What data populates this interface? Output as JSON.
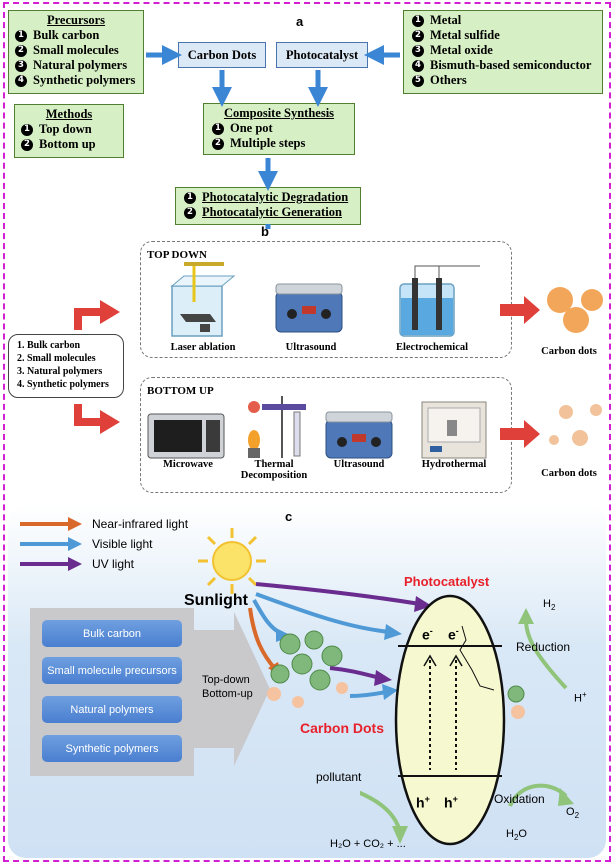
{
  "panel_a": {
    "label": "a",
    "precursors": {
      "title": "Precursors",
      "items": [
        "Bulk carbon",
        "Small molecules",
        "Natural polymers",
        "Synthetic polymers"
      ],
      "markers": [
        "1",
        "2",
        "3",
        "4"
      ]
    },
    "methods": {
      "title": "Methods",
      "items": [
        "Top down",
        "Bottom up"
      ]
    },
    "carbon_dots": "Carbon Dots",
    "photocatalyst": "Photocatalyst",
    "photocatalyst_types": [
      "Metal",
      "Metal sulfide",
      "Metal oxide",
      "Bismuth-based semiconductor",
      "Others"
    ],
    "composite": {
      "title": "Composite Synthesis",
      "items": [
        "One pot",
        "Multiple steps"
      ]
    },
    "applications": [
      "Photocatalytic Degradation",
      "Photocatalytic Generation"
    ],
    "markers": [
      "1",
      "2",
      "3",
      "4",
      "5"
    ]
  },
  "panel_b": {
    "label": "b",
    "precursor_list": [
      "1. Bulk carbon",
      "2. Small molecules",
      "3. Natural polymers",
      "4. Synthetic polymers"
    ],
    "top_down": {
      "title": "TOP DOWN",
      "methods": [
        "Laser ablation",
        "Ultrasound",
        "Electrochemical"
      ]
    },
    "bottom_up": {
      "title": "BOTTOM UP",
      "methods": [
        "Microwave",
        "Thermal Decomposition",
        "Ultrasound",
        "Hydrothermal"
      ]
    },
    "product": "Carbon dots"
  },
  "panel_c": {
    "label": "c",
    "legend": [
      "Near-infrared light",
      "Visible light",
      "UV light"
    ],
    "sunlight": "Sunlight",
    "photocatalyst": "Photocatalyst",
    "carbon_dots": "Carbon Dots",
    "precursors": [
      "Bulk carbon",
      "Small molecule precursors",
      "Natural polymers",
      "Synthetic polymers"
    ],
    "route": [
      "Top-down",
      "Bottom-up"
    ],
    "electron": "e",
    "hole": "h",
    "reduction": "Reduction",
    "oxidation": "Oxidation",
    "h2": "H",
    "h_plus": "H",
    "o2": "O",
    "pollutant": "pollutant",
    "products": "H₂O + CO₂ + ...",
    "h2o": "H",
    "colors": {
      "nir": "#d9692a",
      "visible": "#4f9ad6",
      "uv": "#6a2d8f",
      "green_arrow": "#8fc47a",
      "red_label": "#e8202a"
    }
  }
}
